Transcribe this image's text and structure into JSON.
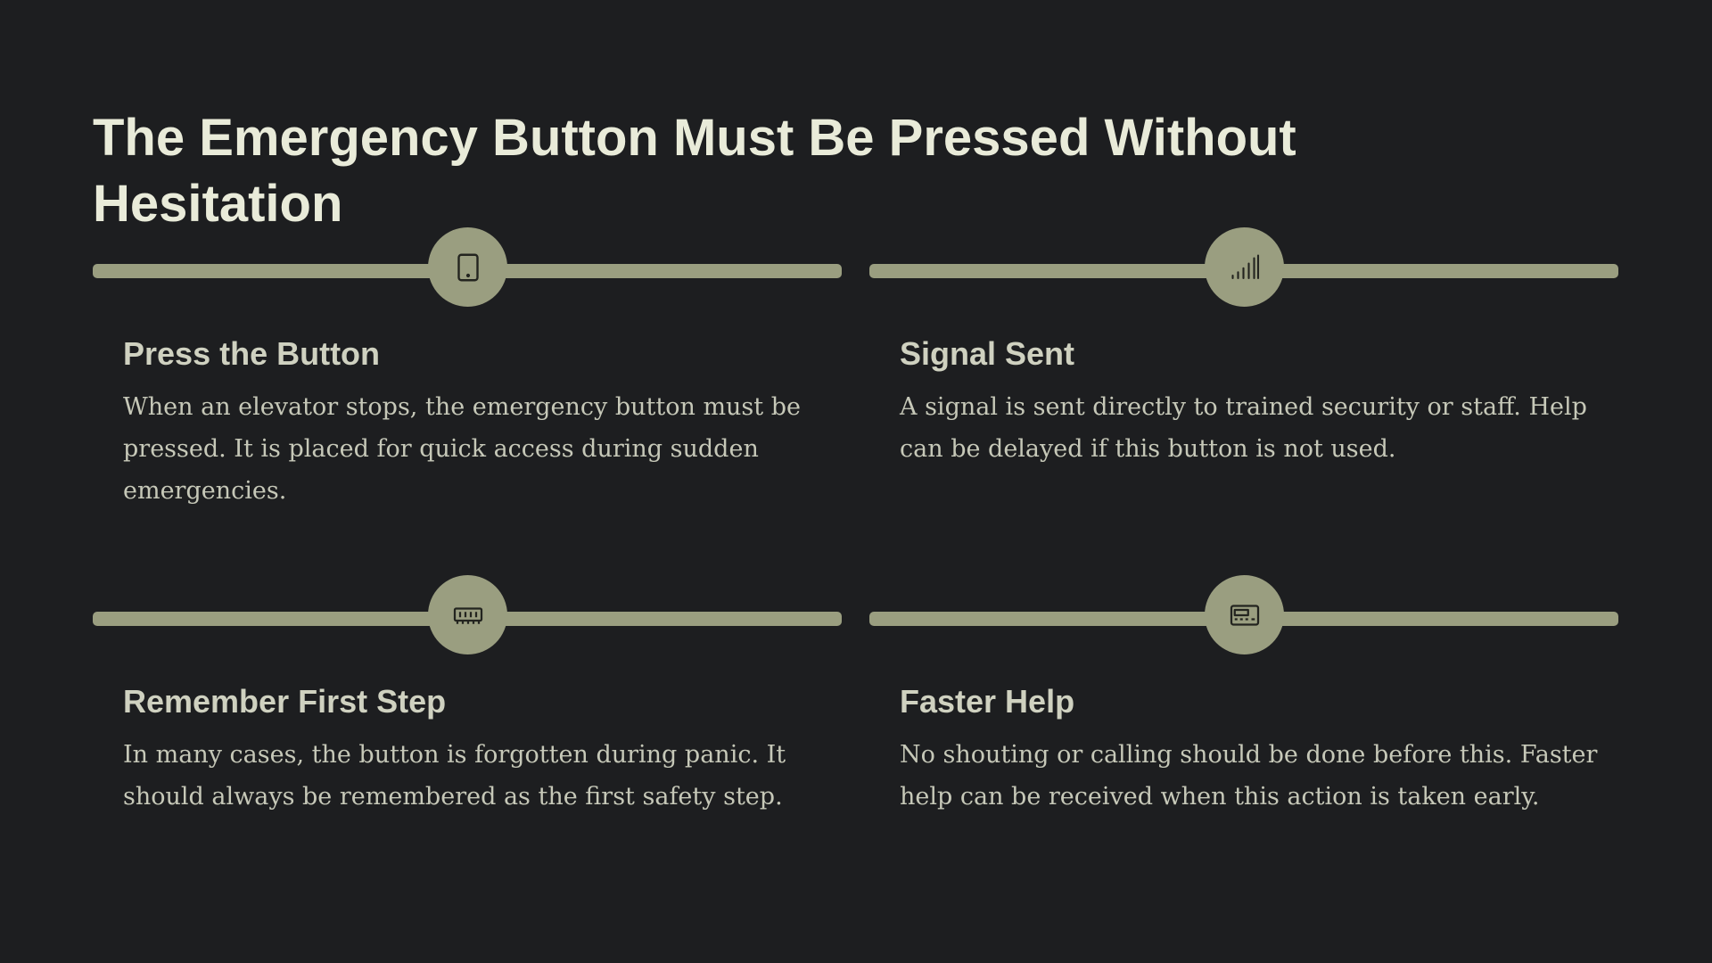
{
  "slide": {
    "title": "The Emergency Button Must Be Pressed Without Hesitation"
  },
  "cards": [
    {
      "icon": "tablet-icon",
      "title": "Press the Button",
      "text": "When an elevator stops, the emergency button must be pressed. It is placed for quick access during sudden emergencies."
    },
    {
      "icon": "signal-bars-icon",
      "title": "Signal Sent",
      "text": "A signal is sent directly to trained security or staff. Help can be delayed if this button is not used."
    },
    {
      "icon": "memory-chip-icon",
      "title": "Remember First Step",
      "text": "In many cases, the button is forgotten during panic. It should always be remembered as the first safety step."
    },
    {
      "icon": "card-reader-icon",
      "title": "Faster Help",
      "text": "No shouting or calling should be done before this. Faster help can be received when this action is taken early."
    }
  ],
  "colors": {
    "background": "#1d1e20",
    "accent": "#9a9e80",
    "title": "#e9ebd9",
    "icon": "#23241f"
  }
}
